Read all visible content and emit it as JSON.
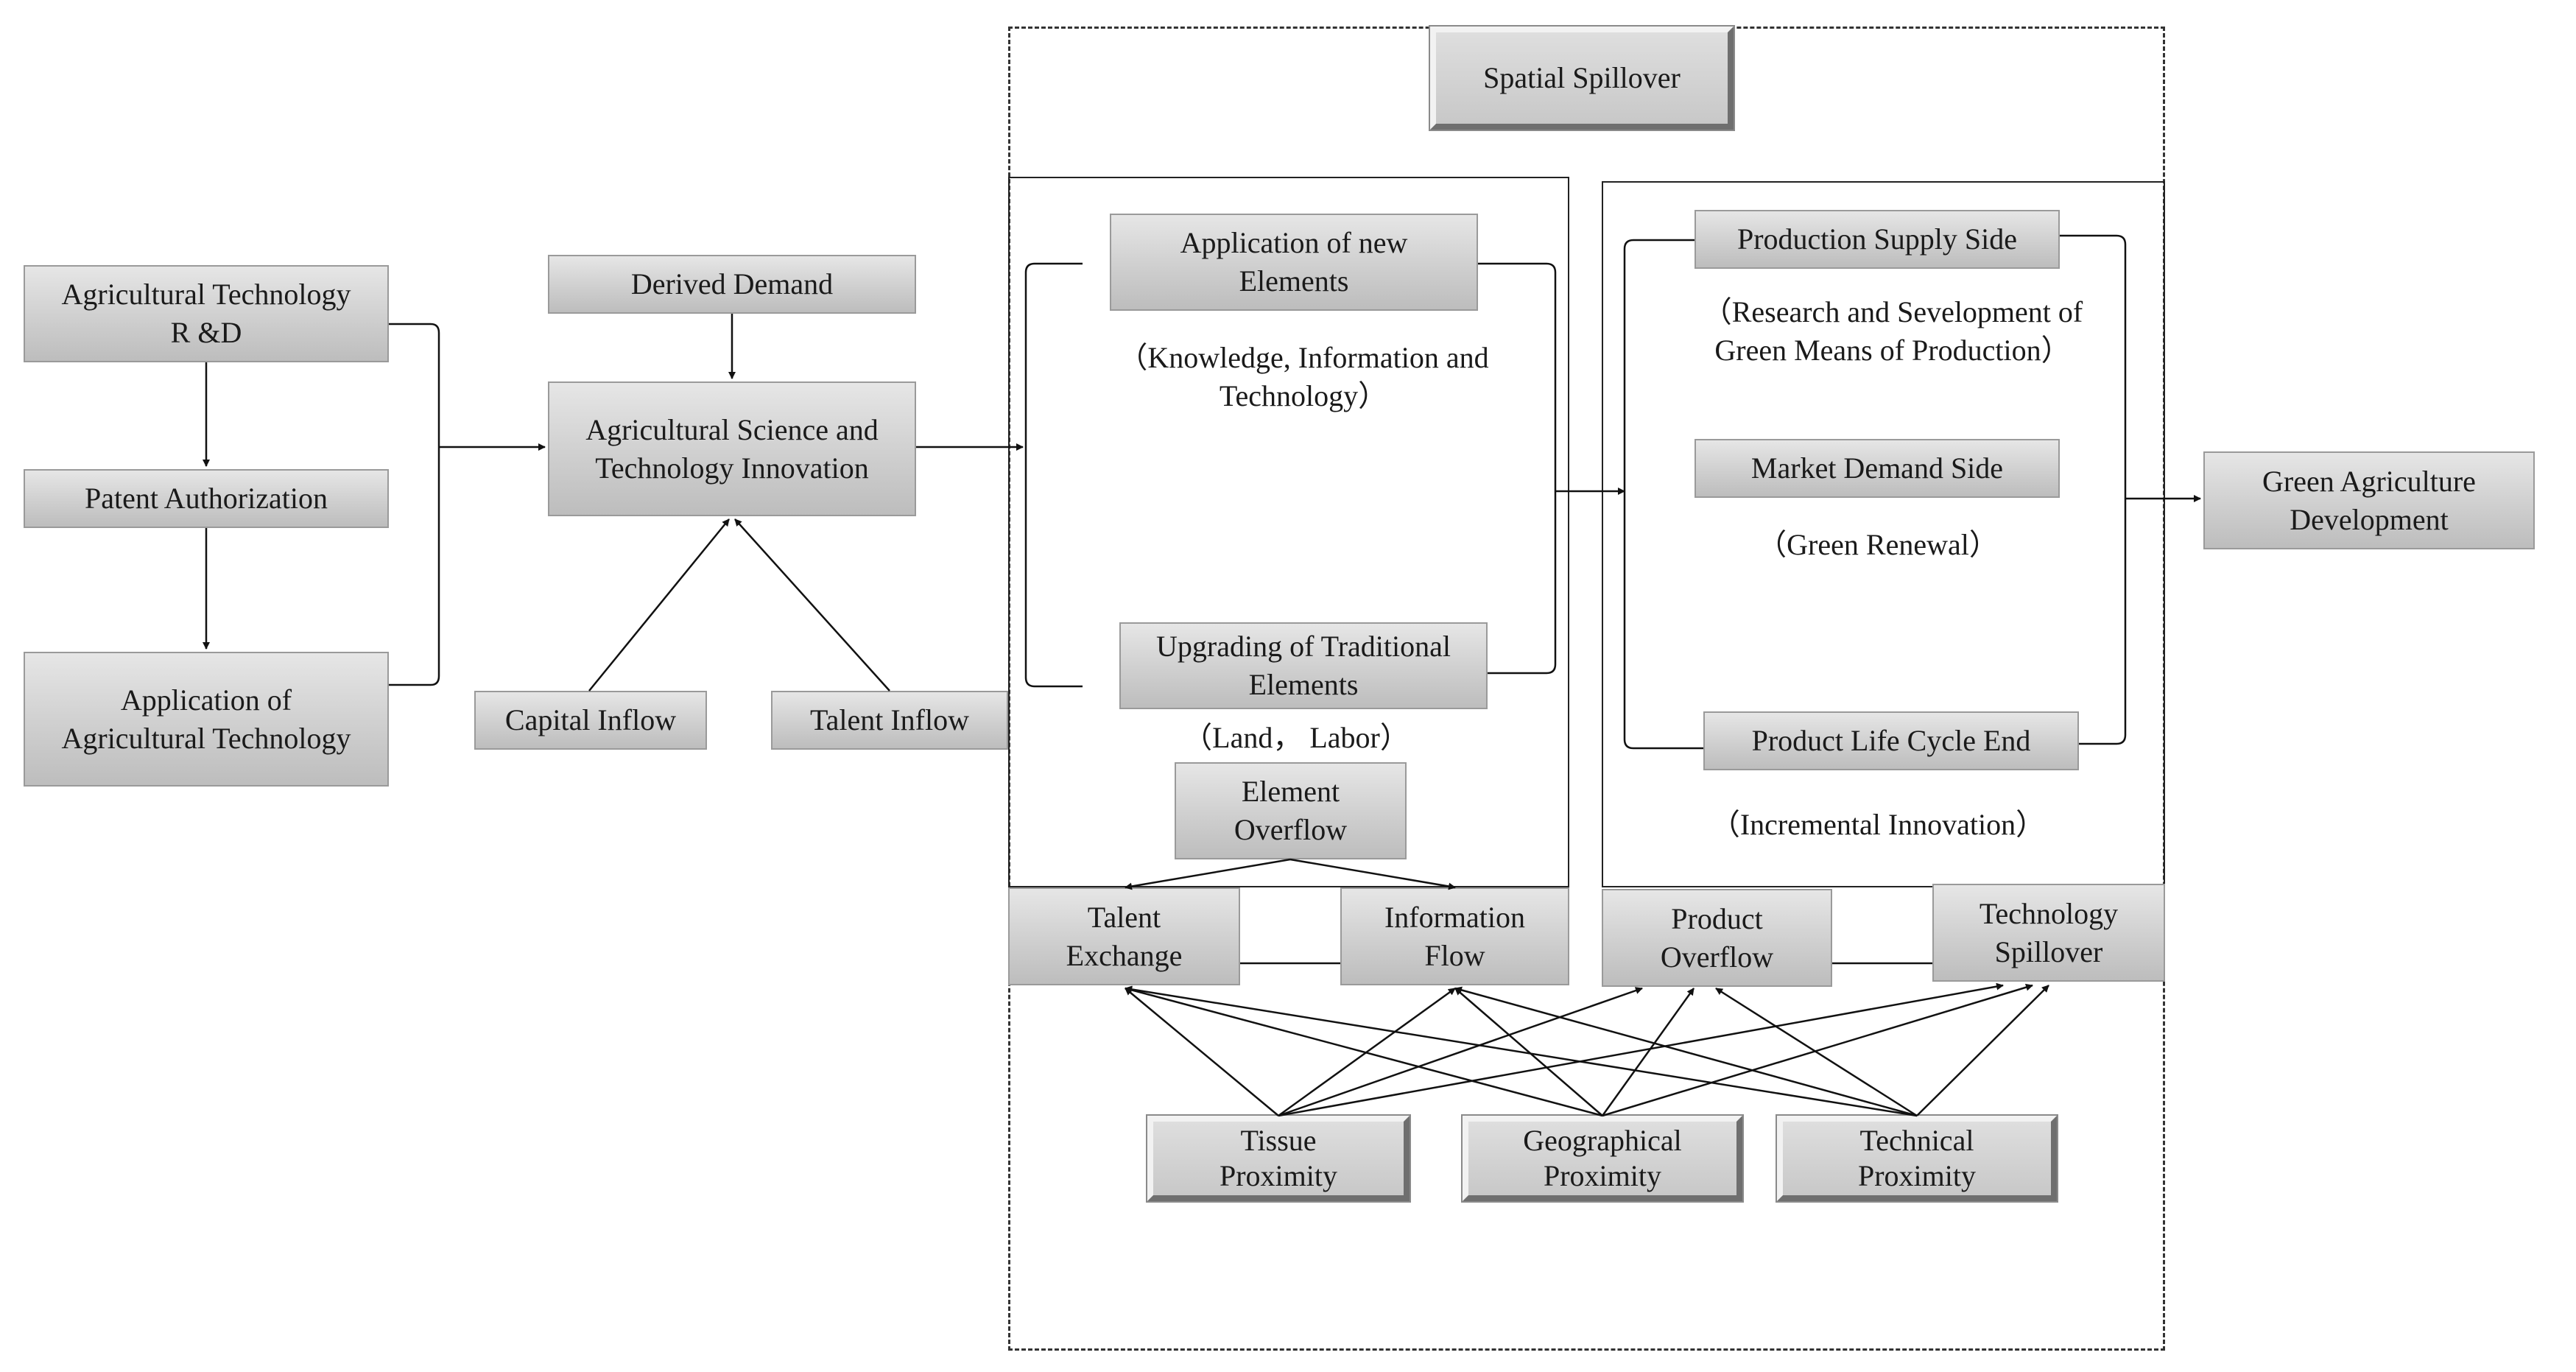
{
  "left_chain": {
    "rd": "Agricultural Technology\nR &D",
    "patent": "Patent Authorization",
    "application": "Application of\nAgricultural Technology"
  },
  "innovation": {
    "derived_demand": "Derived Demand",
    "center": "Agricultural Science and\nTechnology Innovation",
    "capital_inflow": "Capital Inflow",
    "talent_inflow": "Talent Inflow"
  },
  "spillover": {
    "title": "Spatial Spillover",
    "elements": {
      "new_elements": "Application of new\nElements",
      "new_elements_note": "（Knowledge, Information and\nTechnology）",
      "traditional": "Upgrading of Traditional\nElements",
      "traditional_note": "（Land， Labor）",
      "overflow": "Element\nOverflow",
      "talent_exchange": "Talent\nExchange",
      "information_flow": "Information\nFlow"
    },
    "market": {
      "supply": "Production Supply Side",
      "supply_note": "（Research and Sevelopment of\nGreen Means of Production）",
      "demand": "Market Demand Side",
      "demand_note": "（Green Renewal）",
      "lifecycle": "Product Life Cycle End",
      "incremental": "（Incremental Innovation）",
      "product_overflow": "Product\nOverflow",
      "tech_spillover": "Technology\nSpillover"
    },
    "proximity": {
      "tissue": "Tissue\nProximity",
      "geographical": "Geographical\nProximity",
      "technical": "Technical\nProximity"
    }
  },
  "outcome": "Green Agriculture\nDevelopment"
}
